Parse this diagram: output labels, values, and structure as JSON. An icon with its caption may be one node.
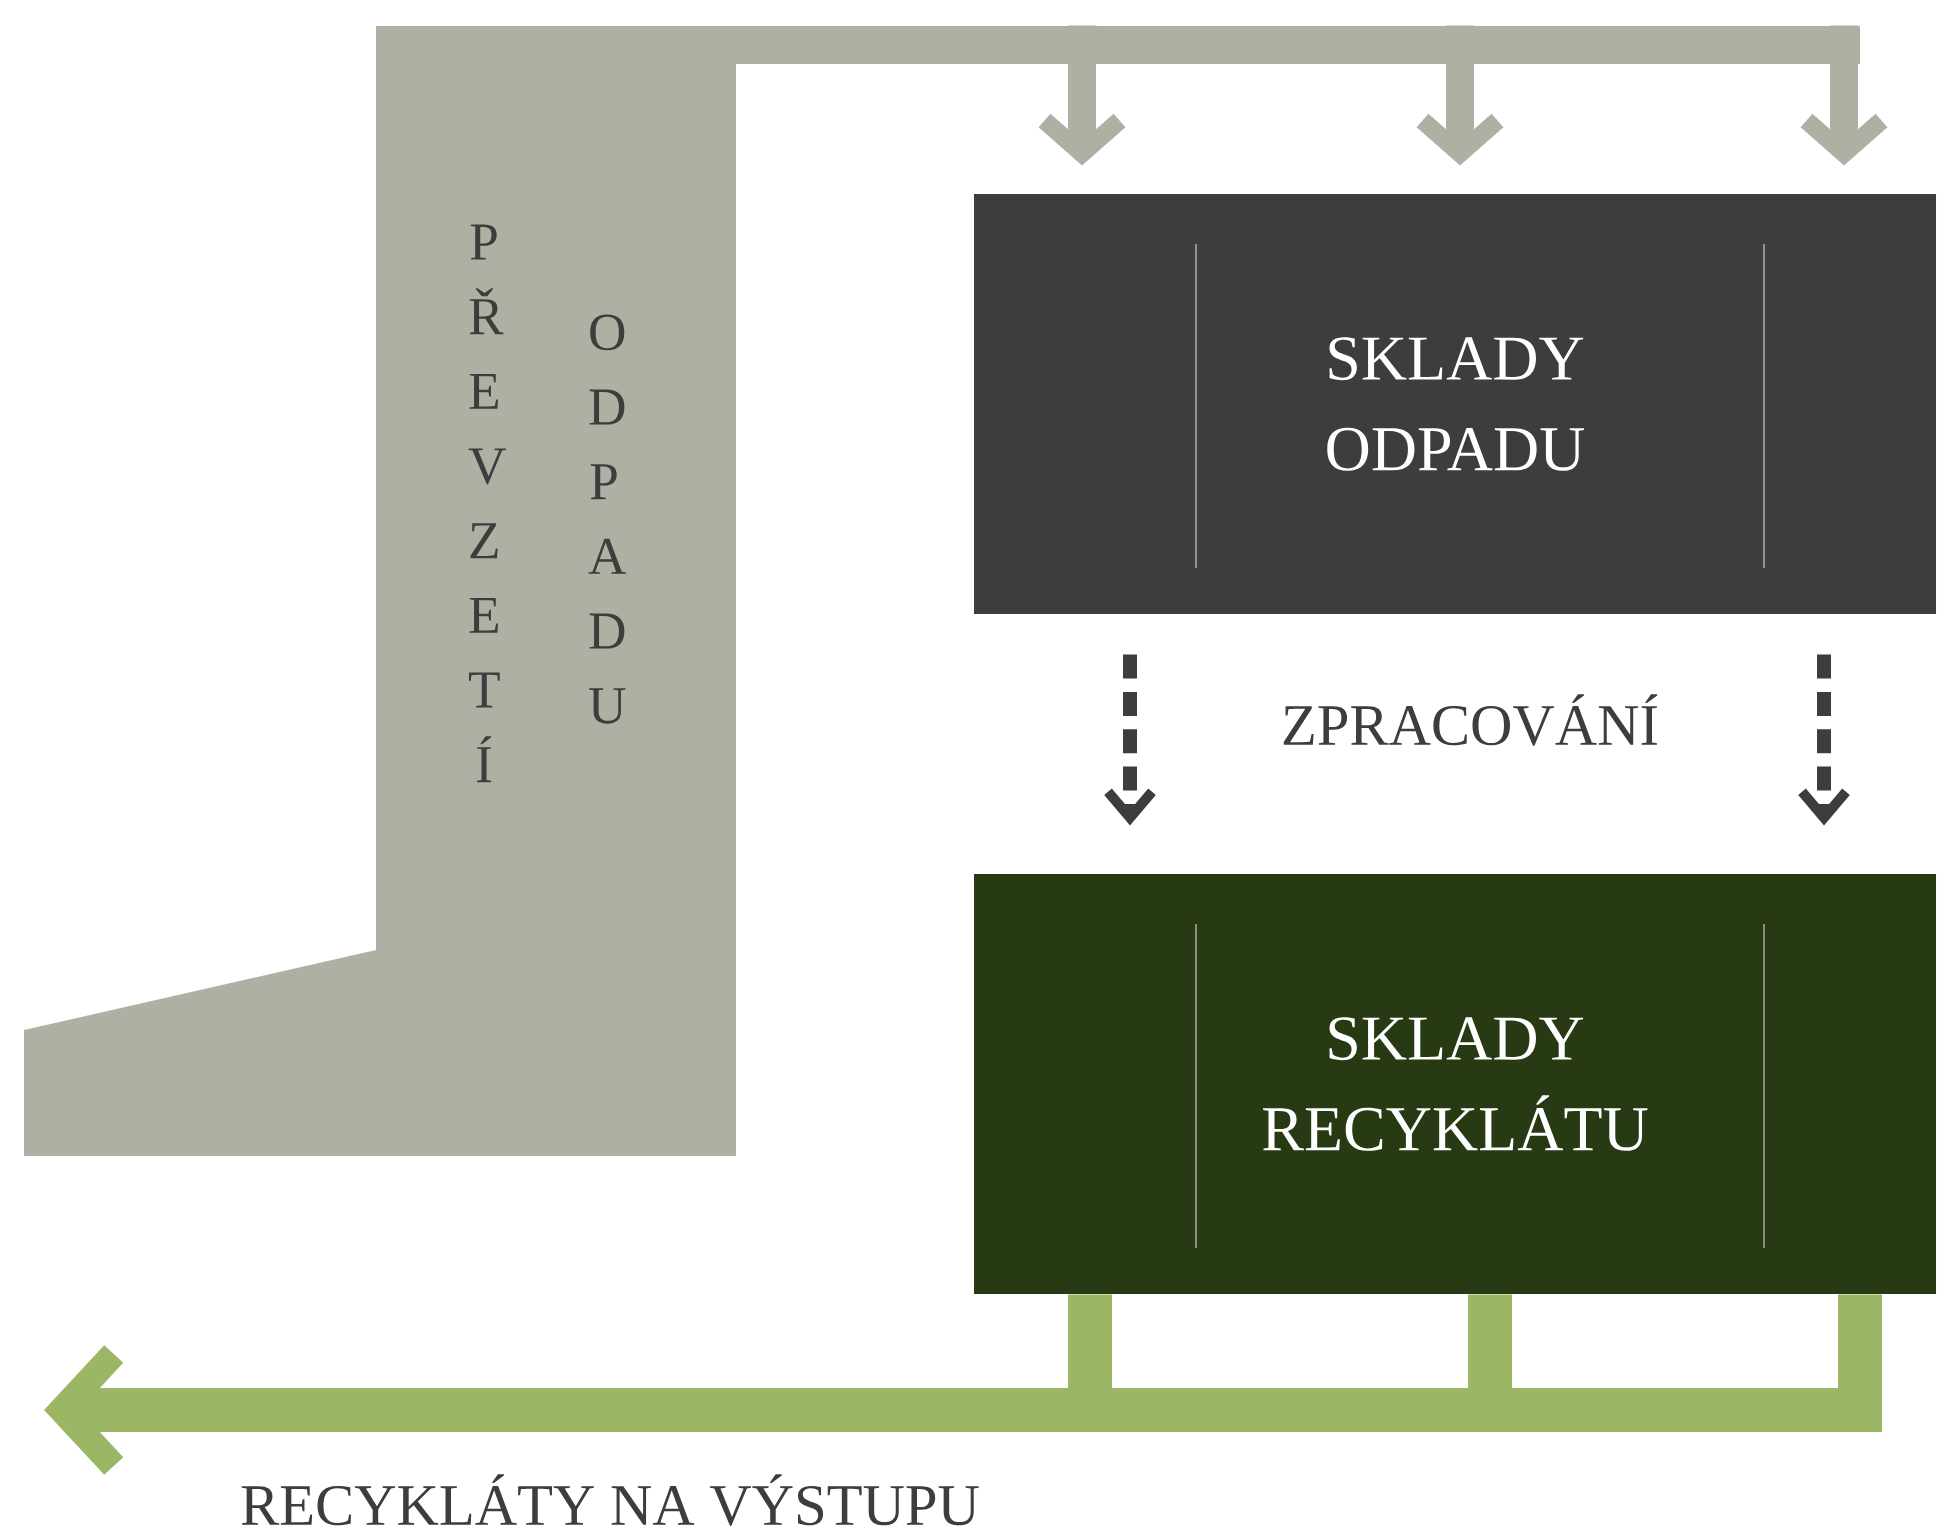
{
  "diagram": {
    "nodes": [
      {
        "text": [
          "PŘEVZETÍ",
          "ODPADU"
        ]
      },
      {
        "text": [
          "SKLADY ODPADU"
        ]
      },
      {
        "text": [
          "SKLADY RECYKLÁTU"
        ]
      }
    ],
    "edges": [
      {
        "from": 0,
        "to": 1,
        "arrow": "to",
        "color": "#adb1a4"
      },
      {
        "from": 0,
        "to": 1,
        "arrow": "to",
        "color": "#adb1a4"
      },
      {
        "from": 0,
        "to": 1,
        "arrow": "to",
        "color": "#adb1a4"
      },
      {
        "from": 1,
        "to": 2,
        "arrow": "to",
        "style": "dashed",
        "color": "#3d3d3d"
      },
      {
        "from": 1,
        "to": 2,
        "arrow": "to",
        "style": "dashed",
        "color": "#3d3d3d"
      },
      {
        "from": 2,
        "to": null,
        "arrow": "to",
        "color": "#9bb766",
        "label": "RECYKLÁTY NA VÝSTUPU"
      }
    ],
    "labels": [
      "ZPRACOVÁNÍ"
    ]
  }
}
